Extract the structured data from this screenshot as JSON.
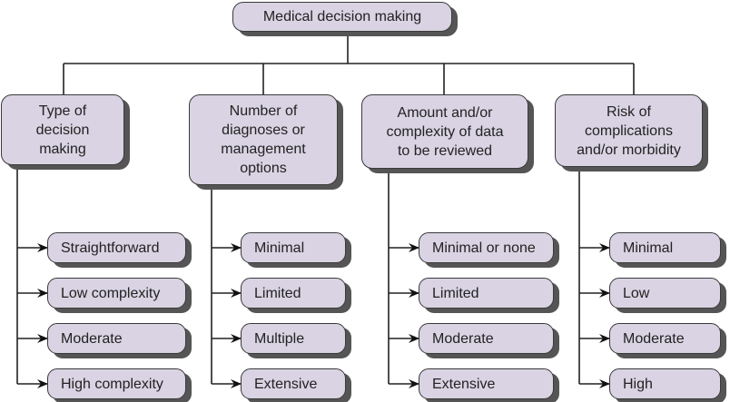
{
  "root": {
    "label": "Medical decision making"
  },
  "columns": [
    {
      "header": "Type of\ndecision\nmaking",
      "items": [
        "Straightforward",
        "Low complexity",
        "Moderate",
        "High complexity"
      ]
    },
    {
      "header": "Number of\ndiagnoses or\nmanagement\noptions",
      "items": [
        "Minimal",
        "Limited",
        "Multiple",
        "Extensive"
      ]
    },
    {
      "header": "Amount and/or\ncomplexity of data\nto be reviewed",
      "items": [
        "Minimal or none",
        "Limited",
        "Moderate",
        "Extensive"
      ]
    },
    {
      "header": "Risk of\ncomplications\nand/or morbidity",
      "items": [
        "Minimal",
        "Low",
        "Moderate",
        "High"
      ]
    }
  ],
  "colors": {
    "box_fill": "#d9d3e3",
    "border": "#3a3a3a",
    "shadow": "#555555",
    "line": "#222222"
  }
}
